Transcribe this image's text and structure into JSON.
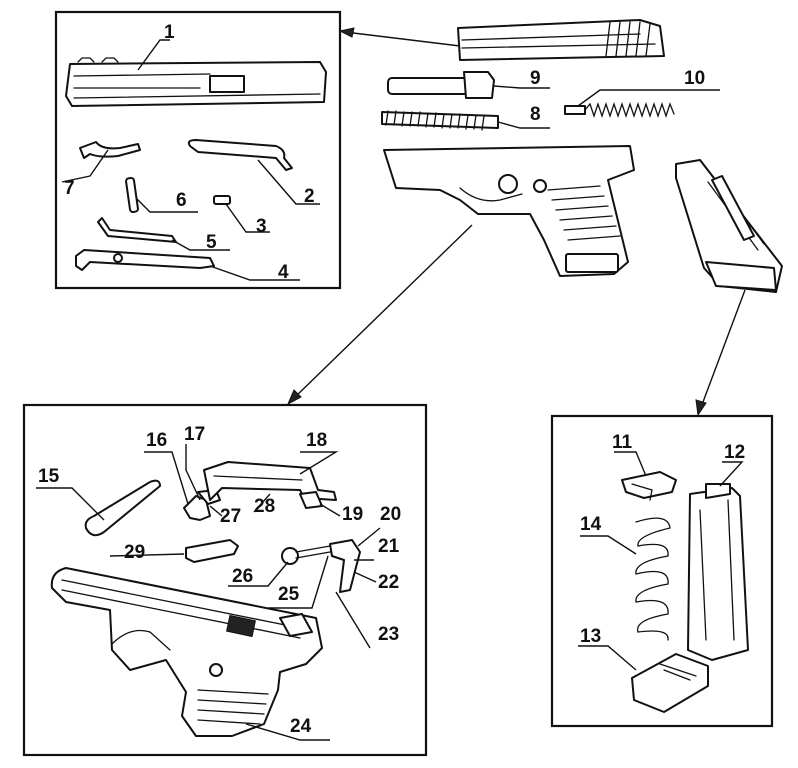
{
  "labels": {
    "l1": "1",
    "l2": "2",
    "l3": "3",
    "l4": "4",
    "l5": "5",
    "l6": "6",
    "l7": "7",
    "l8": "8",
    "l9": "9",
    "l10": "10",
    "l11": "11",
    "l12": "12",
    "l13": "13",
    "l14": "14",
    "l15": "15",
    "l16": "16",
    "l17": "17",
    "l18": "18",
    "l19": "19",
    "l20": "20",
    "l21": "21",
    "l22": "22",
    "l23": "23",
    "l24": "24",
    "l25": "25",
    "l26": "26",
    "l27": "27",
    "l28": "28",
    "l29": "29"
  },
  "colors": {
    "ink": "#111111",
    "paper": "#ffffff"
  }
}
